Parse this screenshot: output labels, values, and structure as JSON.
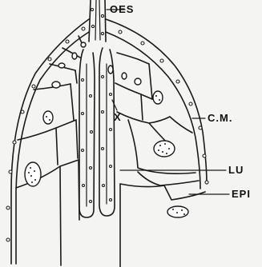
{
  "labels": {
    "oes": "OES",
    "x": "X",
    "cm": "C.M.",
    "lu": "LU",
    "epi": "EPI"
  }
}
